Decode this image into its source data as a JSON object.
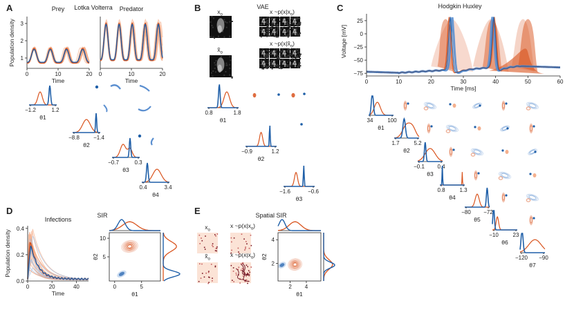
{
  "colors": {
    "posterior": "#1f5fa8",
    "posterior_light": "#5b8fd0",
    "prior": "#d9541e",
    "prior_light": "#f2a27a"
  },
  "panels": {
    "A": {
      "letter": "A",
      "title": "Lotka Volterra"
    },
    "B": {
      "letter": "B",
      "title": "VAE"
    },
    "C": {
      "letter": "C",
      "title": "Hodgkin Huxley"
    },
    "D": {
      "letter": "D"
    },
    "E": {
      "letter": "E"
    }
  },
  "chart_data": [
    {
      "id": "lv-prey",
      "type": "line",
      "title": "Prey",
      "xlabel": "Time",
      "ylabel": "Population density",
      "xlim": [
        0,
        20
      ],
      "ylim": [
        0.4,
        3.4
      ],
      "xticks": [
        "0",
        "10",
        "20"
      ],
      "yticks": [
        "1",
        "2",
        "3"
      ],
      "series": [
        {
          "color": "prior",
          "period": 5.2,
          "low": 0.7,
          "high": 1.55
        },
        {
          "color": "posterior",
          "period": 5.2,
          "low": 0.75,
          "high": 1.5
        }
      ]
    },
    {
      "id": "lv-predator",
      "type": "line",
      "title": "Predator",
      "xlabel": "Time",
      "xlim": [
        0,
        20
      ],
      "ylim": [
        0.4,
        3.4
      ],
      "xticks": [
        "0",
        "10",
        "20"
      ],
      "series": [
        {
          "color": "prior",
          "period": 4.2,
          "low": 0.85,
          "high": 3.0
        },
        {
          "color": "posterior",
          "period": 4.2,
          "low": 0.9,
          "high": 2.95
        }
      ]
    },
    {
      "id": "lv-pairplot",
      "type": "pairplot",
      "params": [
        {
          "label": "θ1",
          "ticks": [
            "−1.2",
            "1.2"
          ]
        },
        {
          "label": "θ2",
          "ticks": [
            "−8.8",
            "−1.4"
          ]
        },
        {
          "label": "θ3",
          "ticks": [
            "−0.7",
            "0.3"
          ]
        },
        {
          "label": "θ4",
          "ticks": [
            "0.4",
            "3.4"
          ]
        }
      ]
    },
    {
      "id": "vae-pairplot",
      "type": "pairplot",
      "images": {
        "x_o": "x",
        "x_o_sub": "o",
        "x_tilde": "x̃",
        "x_tilde_sub": "o",
        "sample_label_1": "x ~p(x|x",
        "sample_label_1_sub": "o",
        "sample_label_1_end": ")",
        "sample_label_2": "x ~p(x|x̃",
        "sample_label_2_sub": "o",
        "sample_label_2_end": ")"
      },
      "params": [
        {
          "label": "θ1",
          "ticks": [
            "0.8",
            "1.8"
          ]
        },
        {
          "label": "θ2",
          "ticks": [
            "−0.9",
            "1.2"
          ]
        },
        {
          "label": "θ3",
          "ticks": [
            "−1.6",
            "−0.6"
          ]
        }
      ]
    },
    {
      "id": "hh-voltage",
      "type": "line",
      "xlabel": "Time [ms]",
      "ylabel": "Voltage [mV]",
      "xlim": [
        0,
        60
      ],
      "ylim": [
        -80,
        38
      ],
      "xticks": [
        "0",
        "10",
        "20",
        "30",
        "40",
        "50",
        "60"
      ],
      "yticks": [
        "25",
        "0",
        "−25",
        "−50",
        "−75"
      ],
      "ytick_values": [
        25,
        0,
        -25,
        -50,
        -75
      ],
      "spikes_observed": [
        26,
        39.5
      ]
    },
    {
      "id": "hh-pairplot",
      "type": "pairplot",
      "params": [
        {
          "label": "θ1",
          "ticks": [
            "34",
            "100"
          ]
        },
        {
          "label": "θ2",
          "ticks": [
            "1.7",
            "5.2"
          ]
        },
        {
          "label": "θ3",
          "ticks": [
            "−0.1",
            "0.4"
          ]
        },
        {
          "label": "θ4",
          "ticks": [
            "0.8",
            "1.3"
          ]
        },
        {
          "label": "θ5",
          "ticks": [
            "−80",
            "−72"
          ]
        },
        {
          "label": "θ6",
          "ticks": [
            "−10",
            "23"
          ]
        },
        {
          "label": "θ7",
          "ticks": [
            "−120",
            "−90"
          ]
        }
      ]
    },
    {
      "id": "sir-infections",
      "type": "line",
      "title": "Infections",
      "xlabel": "Time",
      "ylabel": "Population density",
      "xlim": [
        0,
        50
      ],
      "ylim": [
        0,
        0.42
      ],
      "xticks": [
        "0",
        "20",
        "40"
      ],
      "yticks": [
        "0.0",
        "0.2",
        "0.4"
      ]
    },
    {
      "id": "sir-joint",
      "type": "contour",
      "title": "SIR",
      "xlabel": "θ1",
      "ylabel": "θ2",
      "xlim": [
        -1,
        8.5
      ],
      "ylim": [
        -1.5,
        11.5
      ],
      "xticks": [
        "0",
        "5"
      ],
      "xtick_values": [
        0,
        5
      ],
      "yticks": [
        "5",
        "10"
      ],
      "ytick_values": [
        5,
        10
      ],
      "prior_center": [
        2.8,
        7.8
      ],
      "posterior_center": [
        1.3,
        0.4
      ]
    },
    {
      "id": "spatial-sir-joint",
      "type": "contour",
      "title": "Spatial SIR",
      "xlabel": "θ1",
      "ylabel": "θ2",
      "xlim": [
        0.5,
        5.8
      ],
      "ylim": [
        0.5,
        4.6
      ],
      "xticks": [
        "2",
        "4"
      ],
      "xtick_values": [
        2,
        4
      ],
      "yticks": [
        "2",
        "4"
      ],
      "ytick_values": [
        2,
        4
      ],
      "prior_center": [
        2.6,
        1.9
      ],
      "posterior_center": [
        1.0,
        1.85
      ],
      "images": {
        "x_o": "x",
        "x_o_sub": "o",
        "x_tilde": "x̃",
        "x_tilde_sub": "o",
        "sample_label_1": "x ~p(x|x",
        "sample_label_1_sub": "o",
        "sample_label_1_end": ")",
        "sample_label_2": "x ~p(x|x̃",
        "sample_label_2_sub": "o",
        "sample_label_2_end": ")"
      }
    }
  ]
}
